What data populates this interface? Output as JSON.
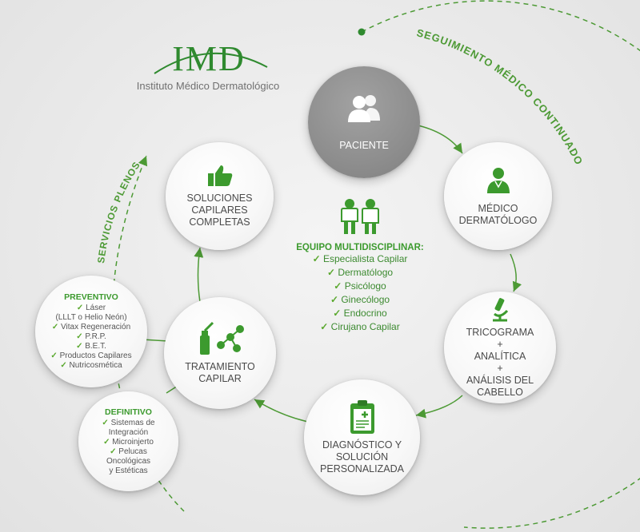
{
  "logo": {
    "mark": "IMD",
    "subtitle": "Instituto Médico Dermatológico"
  },
  "arc_labels": {
    "seguimiento": "SEGUIMIENTO MÉDICO CONTINUADO",
    "servicios": "SERVICIOS PLENOS"
  },
  "nodes": {
    "paciente": {
      "label": "PACIENTE"
    },
    "medico": {
      "label": "MÉDICO\nDERMATÓLOGO"
    },
    "tricograma": {
      "label": "TRICOGRAMA\n+\nANALÍTICA\n+\nANÁLISIS DEL\nCABELLO"
    },
    "diagnostico": {
      "label": "DIAGNÓSTICO Y\nSOLUCIÓN\nPERSONALIZADA"
    },
    "tratamiento": {
      "label": "TRATAMIENTO\nCAPILAR"
    },
    "soluciones": {
      "label": "SOLUCIONES\nCAPILARES\nCOMPLETAS"
    }
  },
  "preventivo": {
    "title": "PREVENTIVO",
    "items": [
      "Láser\n(LLLT o Helio Neón)",
      "Vitax Regeneración",
      "P.R.P.",
      "B.E.T.",
      "Productos Capilares",
      "Nutricosmética"
    ]
  },
  "definitivo": {
    "title": "DEFINITIVO",
    "items": [
      "Sistemas de\nIntegración",
      "Microinjerto",
      "Pelucas\nOncológicas\ny Estéticas"
    ]
  },
  "team": {
    "title": "EQUIPO MULTIDISCIPLINAR:",
    "items": [
      "Especialista Capilar",
      "Dermatólogo",
      "Psicólogo",
      "Ginecólogo",
      "Endocrino",
      "Cirujano Capilar"
    ]
  },
  "check_glyph": "✓",
  "colors": {
    "green": "#3c9a2e",
    "line": "#5aa82e",
    "text": "#4a4a4a",
    "dark_circle": "#8e8e8e"
  },
  "icons": [
    "people-icon",
    "doctor-icon",
    "microscope-icon",
    "clipboard-icon",
    "lab-molecule-icon",
    "thumbs-up-icon",
    "team-icon"
  ]
}
